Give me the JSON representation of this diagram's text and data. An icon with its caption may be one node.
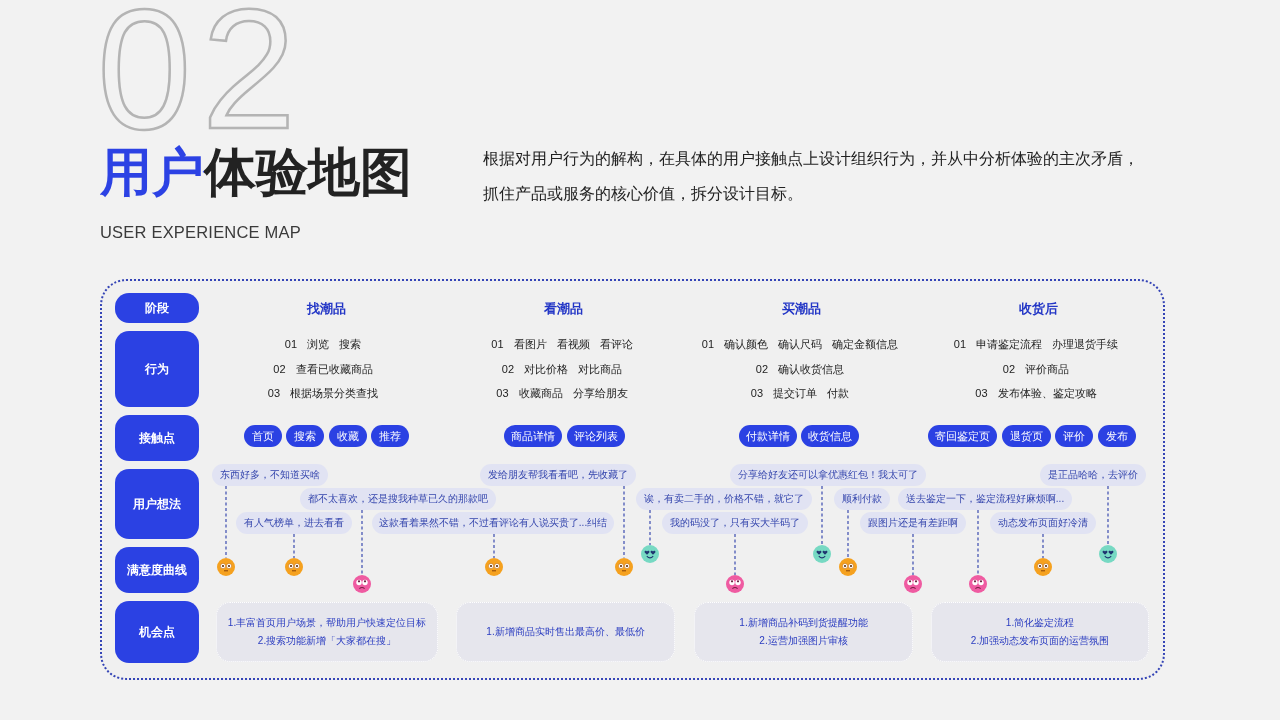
{
  "diagram": {
    "title": "用户体验地图",
    "nodes": [
      {
        "text": [],
        "shape": "box"
      },
      {
        "text": [
          "阶段"
        ],
        "in": 0
      },
      {
        "text": [
          "行为"
        ],
        "in": 0
      },
      {
        "text": [
          "接触点"
        ],
        "in": 0
      },
      {
        "text": [
          "首页"
        ],
        "in": 0
      },
      {
        "text": [
          "搜索"
        ],
        "in": 0
      },
      {
        "text": [
          "收藏"
        ],
        "in": 0
      },
      {
        "text": [
          "推荐"
        ],
        "in": 0
      },
      {
        "text": [
          "商品详情"
        ],
        "in": 0
      },
      {
        "text": [
          "评论列表"
        ],
        "in": 0
      },
      {
        "text": [
          "付款详情"
        ],
        "in": 0
      },
      {
        "text": [
          "收货信息"
        ],
        "in": 0
      },
      {
        "text": [
          "寄回鉴定页"
        ],
        "in": 0
      },
      {
        "text": [
          "退货页"
        ],
        "in": 0
      },
      {
        "text": [
          "评价"
        ],
        "in": 0
      },
      {
        "text": [
          "发布"
        ],
        "in": 0
      },
      {
        "text": [
          "用户想法"
        ],
        "in": 0
      },
      {
        "text": [
          "东西好多，不知道买啥"
        ],
        "in": 0
      },
      {
        "text": [
          "都不太喜欢，还是搜我种草已久的那款吧"
        ],
        "in": 0
      },
      {
        "text": [
          "有人气榜单，进去看看"
        ],
        "in": 0
      },
      {
        "text": [
          "发给朋友帮我看看吧，先收藏了"
        ],
        "in": 0
      },
      {
        "text": [
          "诶，有卖二手的，价格不错，就它了"
        ],
        "in": 0
      },
      {
        "text": [
          "这款看着果然不错，不过看评论有人说买贵了...纠结"
        ],
        "in": 0
      },
      {
        "text": [
          "分享给好友还可以拿优惠红包！我太可了"
        ],
        "in": 0
      },
      {
        "text": [
          "顺利付款"
        ],
        "in": 0
      },
      {
        "text": [
          "我的码没了，只有买大半码了"
        ],
        "in": 0
      },
      {
        "text": [
          "是正品哈哈，去评价"
        ],
        "in": 0
      },
      {
        "text": [
          "送去鉴定一下，鉴定流程好麻烦啊..."
        ],
        "in": 0
      },
      {
        "text": [
          "跟图片还是有差距啊"
        ],
        "in": 0
      },
      {
        "text": [
          "动态发布页面好冷清"
        ],
        "in": 0
      },
      {
        "text": [
          "满意度曲线"
        ],
        "in": 0
      },
      {
        "text": [],
        "shape": "picture",
        "in": 0
      },
      {
        "text": [],
        "shape": "picture",
        "in": 0
      },
      {
        "text": [],
        "shape": "picture",
        "in": 0
      },
      {
        "text": [],
        "shape": "picture",
        "in": 0
      },
      {
        "text": [],
        "shape": "picture",
        "in": 0
      },
      {
        "text": [],
        "shape": "picture",
        "in": 0
      },
      {
        "text": [],
        "shape": "picture",
        "in": 0
      },
      {
        "text": [],
        "shape": "picture",
        "in": 0
      },
      {
        "text": [],
        "shape": "picture",
        "in": 0
      },
      {
        "text": [],
        "shape": "picture",
        "in": 0
      },
      {
        "text": [],
        "shape": "picture",
        "in": 0
      },
      {
        "text": [],
        "shape": "picture",
        "in": 0
      },
      {
        "text": [],
        "shape": "picture",
        "in": 0
      },
      {
        "text": [
          "机会点"
        ],
        "in": 0
      },
      {
        "text": [
          "1.丰富首页用户场景，帮助用户快速定位目标",
          "2.搜索功能新增「大家都在搜」"
        ],
        "in": 0
      },
      {
        "text": [
          "1.新增商品实时售出最高价、最低价"
        ],
        "in": 0
      },
      {
        "text": [
          "1.新增商品补码到货提醒功能",
          "2.运营加强图片审核"
        ],
        "in": 0
      },
      {
        "text": [
          "1.简化鉴定流程",
          "2.加强动态发布页面的运营氛围"
        ],
        "in": 0
      }
    ],
    "edges": [
      {
        "from": 17,
        "to": 31,
        "arrow": "none",
        "style": "dashed"
      },
      {
        "from": 18,
        "to": 33,
        "arrow": "none",
        "style": "dashed"
      },
      {
        "from": 19,
        "to": 32,
        "arrow": "none",
        "style": "dashed"
      },
      {
        "from": 20,
        "to": 35,
        "arrow": "none",
        "style": "dashed"
      },
      {
        "from": 21,
        "to": 36,
        "arrow": "none",
        "style": "dashed"
      },
      {
        "from": 22,
        "to": 34,
        "arrow": "none",
        "style": "dashed"
      },
      {
        "from": 23,
        "to": 38,
        "arrow": "none",
        "style": "dashed"
      },
      {
        "from": 24,
        "to": 39,
        "arrow": "none",
        "style": "dashed"
      },
      {
        "from": 25,
        "to": 37,
        "arrow": "none",
        "style": "dashed"
      },
      {
        "from": 26,
        "to": 43,
        "arrow": "none",
        "style": "dashed"
      },
      {
        "from": 27,
        "to": 41,
        "arrow": "none",
        "style": "dashed"
      },
      {
        "from": 28,
        "to": 40,
        "arrow": "none",
        "style": "dashed"
      },
      {
        "from": 29,
        "to": 42,
        "arrow": "none",
        "style": "dashed"
      }
    ],
    "labels": [
      "02",
      "USER EXPERIENCE MAP",
      "根据对用户行为的解构，在具体的用户接触点上设计组织行为，并从中分析体验的主次矛盾，抓住产品或服务的核心价值，拆分设计目标。",
      "找潮品",
      "看潮品",
      "买潮品",
      "收货后",
      "01 浏览 搜索",
      "01 看图片 看视频 看评论",
      "01 确认颜色 确认尺码 确定金额信息",
      "01 申请鉴定流程 办理退货手续",
      "02 查看已收藏商品",
      "02 对比价格 对比商品",
      "02 确认收货信息",
      "02 评价商品",
      "03 根据场景分类查找",
      "03 收藏商品 分享给朋友",
      "03 提交订单 付款",
      "03 发布体验、鉴定攻略"
    ]
  }
}
